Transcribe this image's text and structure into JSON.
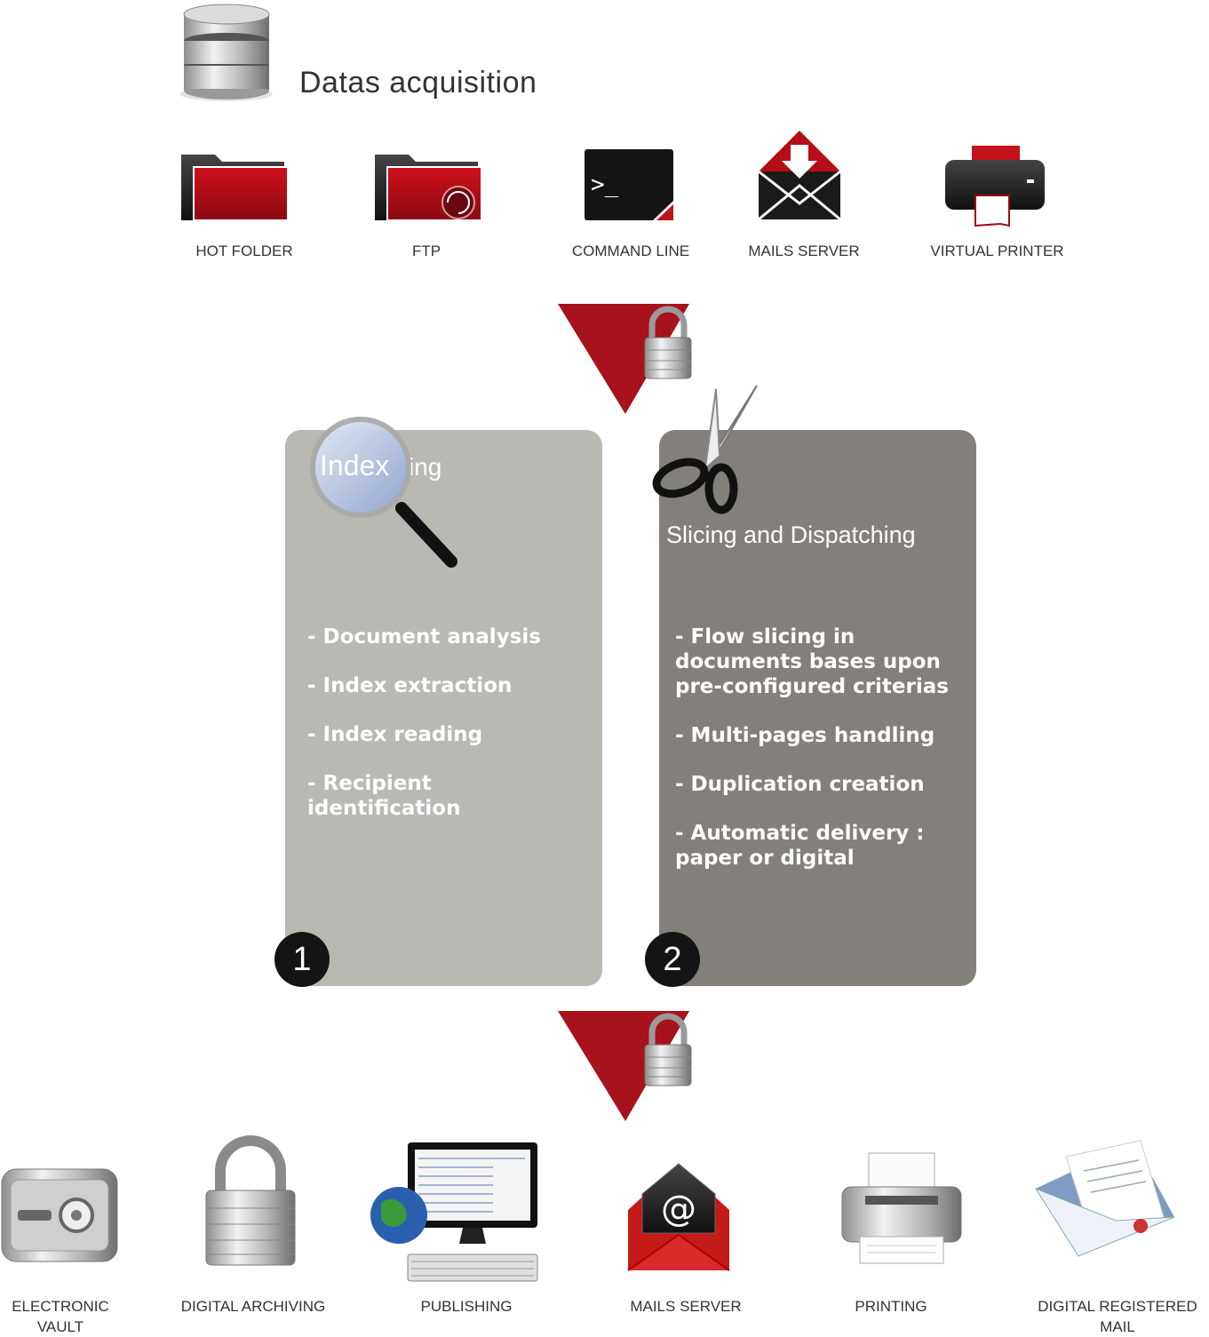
{
  "header": {
    "title": "Datas acquisition"
  },
  "inputs": [
    {
      "label": "HOT FOLDER",
      "icon": "hot-folder-icon"
    },
    {
      "label": "FTP",
      "icon": "ftp-folder-icon"
    },
    {
      "label": "COMMAND LINE",
      "icon": "terminal-icon"
    },
    {
      "label": "MAILS SERVER",
      "icon": "mail-download-icon"
    },
    {
      "label": "VIRTUAL PRINTER",
      "icon": "printer-icon"
    }
  ],
  "steps": [
    {
      "number": "1",
      "title_overlay": "Index",
      "title_suffix": "ing",
      "icon": "magnifier-icon",
      "bullets": [
        "- Document analysis",
        "- Index extraction",
        "- Index reading",
        "- Recipient identification"
      ]
    },
    {
      "number": "2",
      "title": "Slicing and Dispatching",
      "icon": "scissors-icon",
      "bullets": [
        "- Flow slicing in documents bases upon pre-configured criterias",
        "- Multi-pages handling",
        "- Duplication creation",
        "- Automatic delivery : paper or digital"
      ]
    }
  ],
  "outputs": [
    {
      "label_line1": "ELECTRONIC",
      "label_line2": "VAULT",
      "icon": "safe-icon"
    },
    {
      "label_line1": "DIGITAL ARCHIVING",
      "label_line2": "",
      "icon": "padlock-icon"
    },
    {
      "label_line1": "PUBLISHING",
      "label_line2": "",
      "icon": "computer-globe-icon"
    },
    {
      "label_line1": "MAILS SERVER",
      "label_line2": "",
      "icon": "email-at-icon"
    },
    {
      "label_line1": "PRINTING",
      "label_line2": "",
      "icon": "printer-icon"
    },
    {
      "label_line1": "DIGITAL REGISTERED",
      "label_line2": "MAIL",
      "icon": "registered-mail-icon"
    }
  ],
  "colors": {
    "accent": "#a8121c",
    "card1": "#b9b8b3",
    "card2": "#837f7a"
  }
}
